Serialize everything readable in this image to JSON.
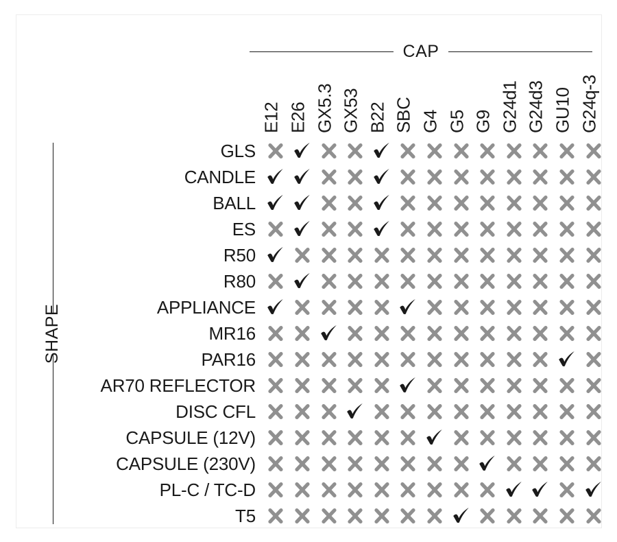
{
  "axes": {
    "column_axis_label": "CAP",
    "row_axis_label": "SHAPE"
  },
  "chart_data": {
    "type": "table",
    "title": "",
    "xlabel": "CAP",
    "ylabel": "SHAPE",
    "legend": [
      {
        "symbol": "check",
        "meaning": "compatible",
        "color": "#1a1a1a"
      },
      {
        "symbol": "cross",
        "meaning": "not compatible",
        "color": "#909090"
      }
    ],
    "categories": [
      "E12",
      "E26",
      "GX5.3",
      "GX53",
      "B22",
      "SBC",
      "G4",
      "G5",
      "G9",
      "G24d1",
      "G24d3",
      "GU10",
      "G24q-3"
    ],
    "rows": [
      {
        "label": "GLS",
        "values": [
          0,
          1,
          0,
          0,
          1,
          0,
          0,
          0,
          0,
          0,
          0,
          0,
          0
        ]
      },
      {
        "label": "CANDLE",
        "values": [
          1,
          1,
          0,
          0,
          1,
          0,
          0,
          0,
          0,
          0,
          0,
          0,
          0
        ]
      },
      {
        "label": "BALL",
        "values": [
          1,
          1,
          0,
          0,
          1,
          0,
          0,
          0,
          0,
          0,
          0,
          0,
          0
        ]
      },
      {
        "label": "ES",
        "values": [
          0,
          1,
          0,
          0,
          1,
          0,
          0,
          0,
          0,
          0,
          0,
          0,
          0
        ]
      },
      {
        "label": "R50",
        "values": [
          1,
          0,
          0,
          0,
          0,
          0,
          0,
          0,
          0,
          0,
          0,
          0,
          0
        ]
      },
      {
        "label": "R80",
        "values": [
          0,
          1,
          0,
          0,
          0,
          0,
          0,
          0,
          0,
          0,
          0,
          0,
          0
        ]
      },
      {
        "label": "APPLIANCE",
        "values": [
          1,
          0,
          0,
          0,
          0,
          1,
          0,
          0,
          0,
          0,
          0,
          0,
          0
        ]
      },
      {
        "label": "MR16",
        "values": [
          0,
          0,
          1,
          0,
          0,
          0,
          0,
          0,
          0,
          0,
          0,
          0,
          0
        ]
      },
      {
        "label": "PAR16",
        "values": [
          0,
          0,
          0,
          0,
          0,
          0,
          0,
          0,
          0,
          0,
          0,
          1,
          0
        ]
      },
      {
        "label": "AR70 REFLECTOR",
        "values": [
          0,
          0,
          0,
          0,
          0,
          1,
          0,
          0,
          0,
          0,
          0,
          0,
          0
        ]
      },
      {
        "label": "DISC CFL",
        "values": [
          0,
          0,
          0,
          1,
          0,
          0,
          0,
          0,
          0,
          0,
          0,
          0,
          0
        ]
      },
      {
        "label": "CAPSULE (12V)",
        "values": [
          0,
          0,
          0,
          0,
          0,
          0,
          1,
          0,
          0,
          0,
          0,
          0,
          0
        ]
      },
      {
        "label": "CAPSULE (230V)",
        "values": [
          0,
          0,
          0,
          0,
          0,
          0,
          0,
          0,
          1,
          0,
          0,
          0,
          0
        ]
      },
      {
        "label": "PL-C / TC-D",
        "values": [
          0,
          0,
          0,
          0,
          0,
          0,
          0,
          0,
          0,
          1,
          1,
          0,
          1
        ]
      },
      {
        "label": "T5",
        "values": [
          0,
          0,
          0,
          0,
          0,
          0,
          0,
          1,
          0,
          0,
          0,
          0,
          0
        ]
      }
    ]
  },
  "colors": {
    "check": "#1a1a1a",
    "cross": "#909090",
    "text": "#1a1a1a",
    "background": "#ffffff",
    "border": "#ececec"
  },
  "icons": {
    "check": "check-icon",
    "cross": "cross-icon"
  }
}
